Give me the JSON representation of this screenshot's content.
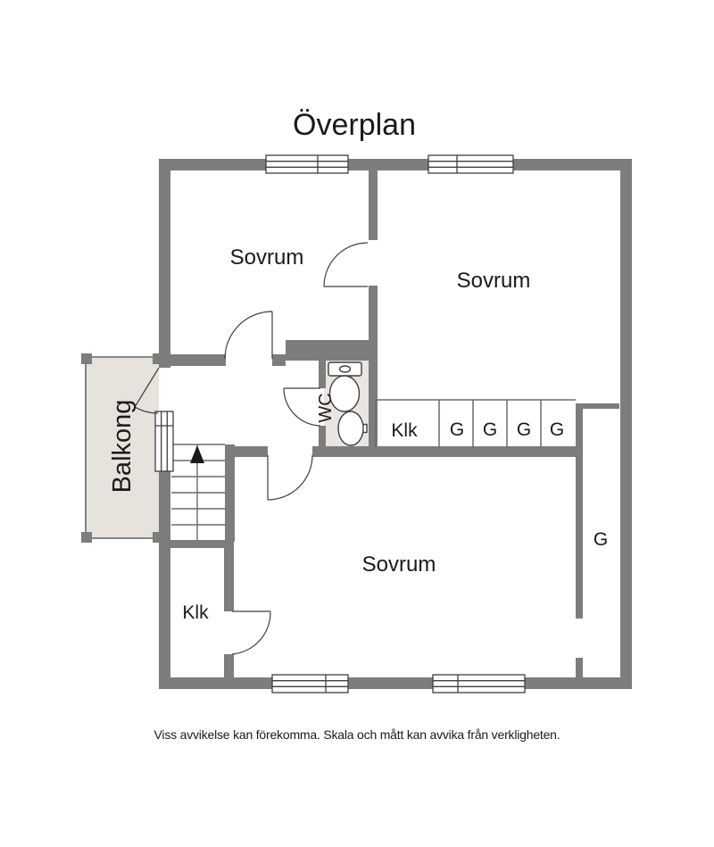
{
  "title": "Överplan",
  "disclaimer": "Viss avvikelse kan förekomma. Skala och mått kan avvika från verkligheten.",
  "rooms": {
    "bedroom_top_left": "Sovrum",
    "bedroom_top_right": "Sovrum",
    "bedroom_bottom": "Sovrum",
    "balcony": "Balkong",
    "wc": "WC",
    "closet_upper": "Klk",
    "closet_lower": "Klk",
    "wardrobe_1": "G",
    "wardrobe_2": "G",
    "wardrobe_3": "G",
    "wardrobe_4": "G",
    "wardrobe_tall": "G"
  },
  "colors": {
    "background": "#ffffff",
    "wall": "#7d7d7d",
    "balcony_floor": "#e6e2dc",
    "wc_floor": "#eae5e0",
    "thin_line": "#6b6b6b",
    "fixture_line": "#3f3f3f",
    "text": "#1a1a1a"
  }
}
